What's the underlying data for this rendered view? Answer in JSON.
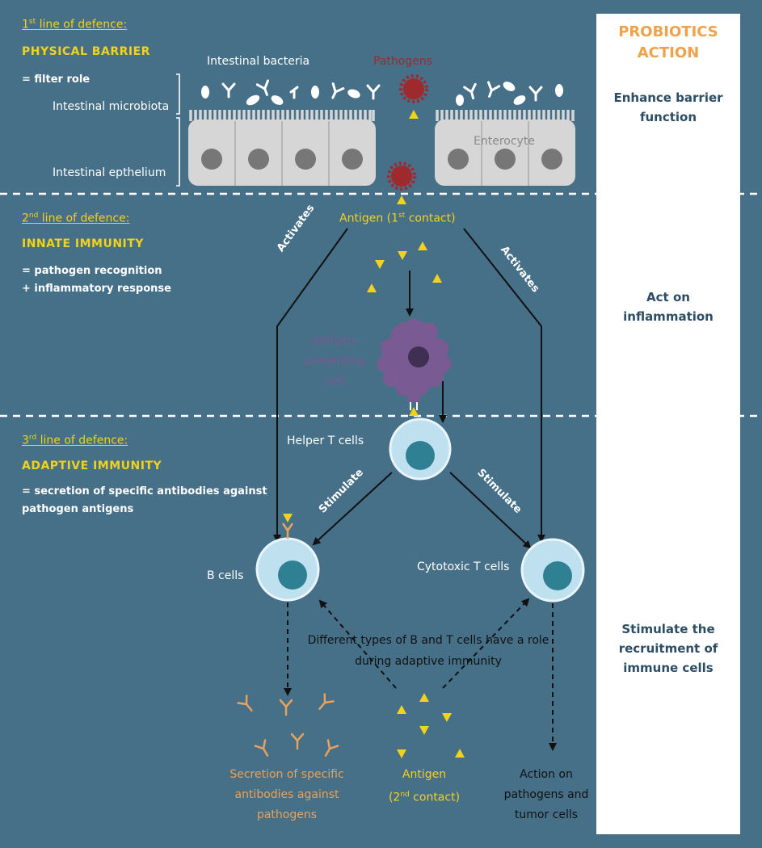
{
  "panel": {
    "title_line1": "PROBIOTICS",
    "title_line2": "ACTION",
    "actions": [
      {
        "line1": "Enhance barrier",
        "line2": "function"
      },
      {
        "line1": "Act on",
        "line2": "inflammation"
      },
      {
        "line1": "Stimulate the",
        "line2": "recruitment of",
        "line3": "immune cells"
      }
    ]
  },
  "lines": [
    {
      "ordinal": "1",
      "suffix": "st",
      "label": " line of defence:",
      "heading": "PHYSICAL BARRIER",
      "desc": [
        "= filter role"
      ]
    },
    {
      "ordinal": "2",
      "suffix": "nd",
      "label": " line of defence:",
      "heading": "INNATE IMMUNITY",
      "desc": [
        "= pathogen recognition",
        "+ inflammatory response"
      ]
    },
    {
      "ordinal": "3",
      "suffix": "rd",
      "label": " line of defence:",
      "heading": "ADAPTIVE IMMUNITY",
      "desc": [
        "= secretion of specific antibodies against",
        "pathogen antigens"
      ]
    }
  ],
  "barrier": {
    "intestinal_bacteria": "Intestinal bacteria",
    "pathogens": "Pathogens",
    "microbiota": "Intestinal microbiota",
    "epithelium": "Intestinal epthelium",
    "enterocyte": "Enterocyte"
  },
  "innate": {
    "antigen_prefix": "Antigen (1",
    "antigen_sup": "st",
    "antigen_suffix": " contact)",
    "activates_left": "Activates",
    "activates_right": "Activates",
    "apc_line1": "Antigen-",
    "apc_line2": "presenting",
    "apc_line3": "cell"
  },
  "adaptive": {
    "helper": "Helper T cells",
    "stimulate_left": "Stimulate",
    "stimulate_right": "Stimulate",
    "b_cells": "B cells",
    "cytotoxic": "Cytotoxic T cells",
    "roles_line1": "Different types of B and T cells have a role",
    "roles_line2": "during adaptive immunity",
    "secretion_line1": "Secretion of specific",
    "secretion_line2": "antibodies against",
    "secretion_line3": "pathogens",
    "antigen2_line1": "Antigen",
    "antigen2_prefix": "(2",
    "antigen2_sup": "nd",
    "antigen2_suffix": " contact)",
    "action_line1": "Action on",
    "action_line2": "pathogens and",
    "action_line3": "tumor cells"
  },
  "colors": {
    "background": "#466f88",
    "yellow": "#f3d21a",
    "pathogen": "#9e2a2e",
    "apc": "#7a5a93",
    "cell": "#bfe0ee",
    "nucleus": "#2f8092",
    "antibody": "#e8a25c",
    "panel_title": "#f0a24a",
    "panel_text": "#2c4d63"
  }
}
